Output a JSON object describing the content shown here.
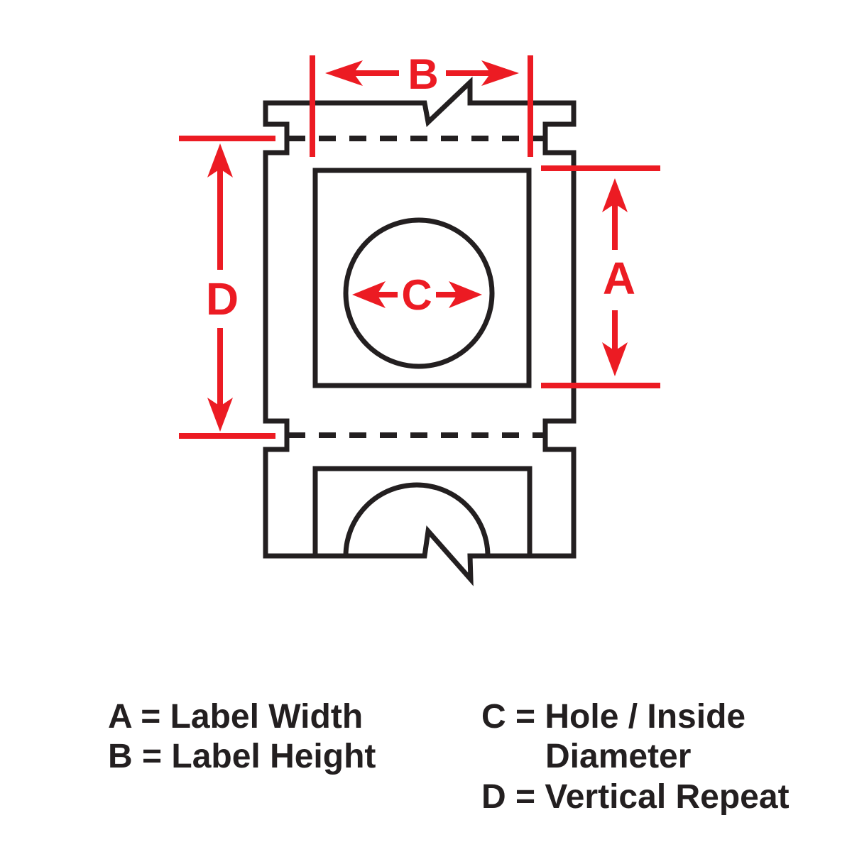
{
  "colors": {
    "red": "#EC1B23",
    "black": "#231F20",
    "background": "#FFFFFF"
  },
  "diagram": {
    "dimensions": {
      "a": "A",
      "b": "B",
      "c": "C",
      "d": "D"
    }
  },
  "legend": {
    "left_column": [
      "A = Label Width",
      "B = Label Height"
    ],
    "right_column": [
      "C = Hole / Inside",
      "Diameter",
      "D = Vertical Repeat"
    ]
  }
}
